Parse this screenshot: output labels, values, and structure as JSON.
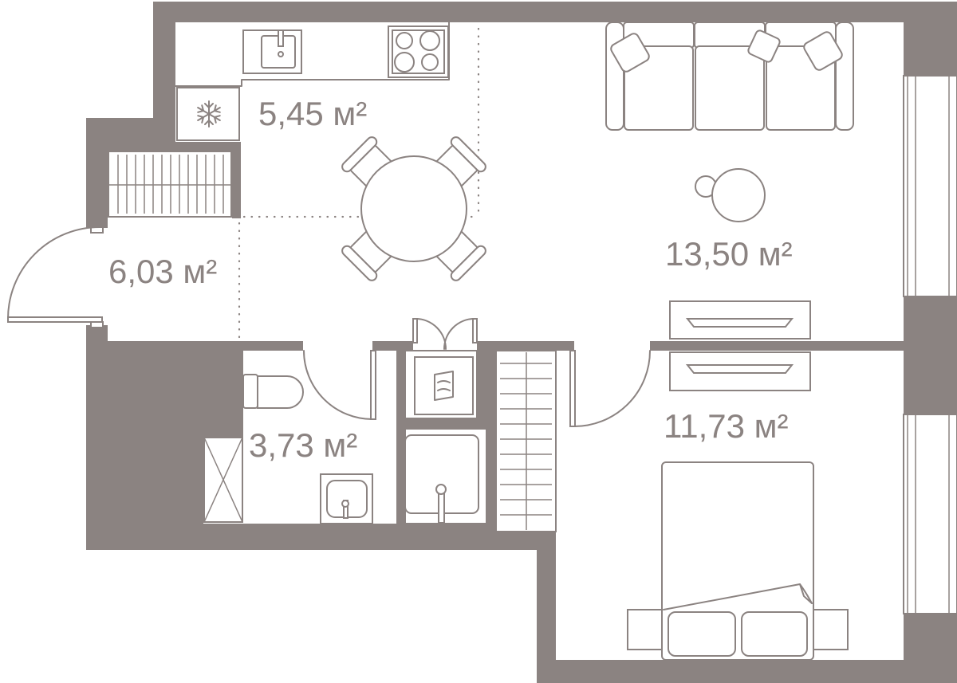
{
  "areas": {
    "kitchen": "5,45 м²",
    "hallway": "6,03 м²",
    "living_room": "13,50 м²",
    "bathroom": "3,73 м²",
    "bedroom": "11,73 м²"
  },
  "colors": {
    "wall": "#8b8381",
    "line": "#8b8381",
    "background": "#ffffff"
  },
  "icons": {
    "fridge": "snowflake-icon"
  }
}
